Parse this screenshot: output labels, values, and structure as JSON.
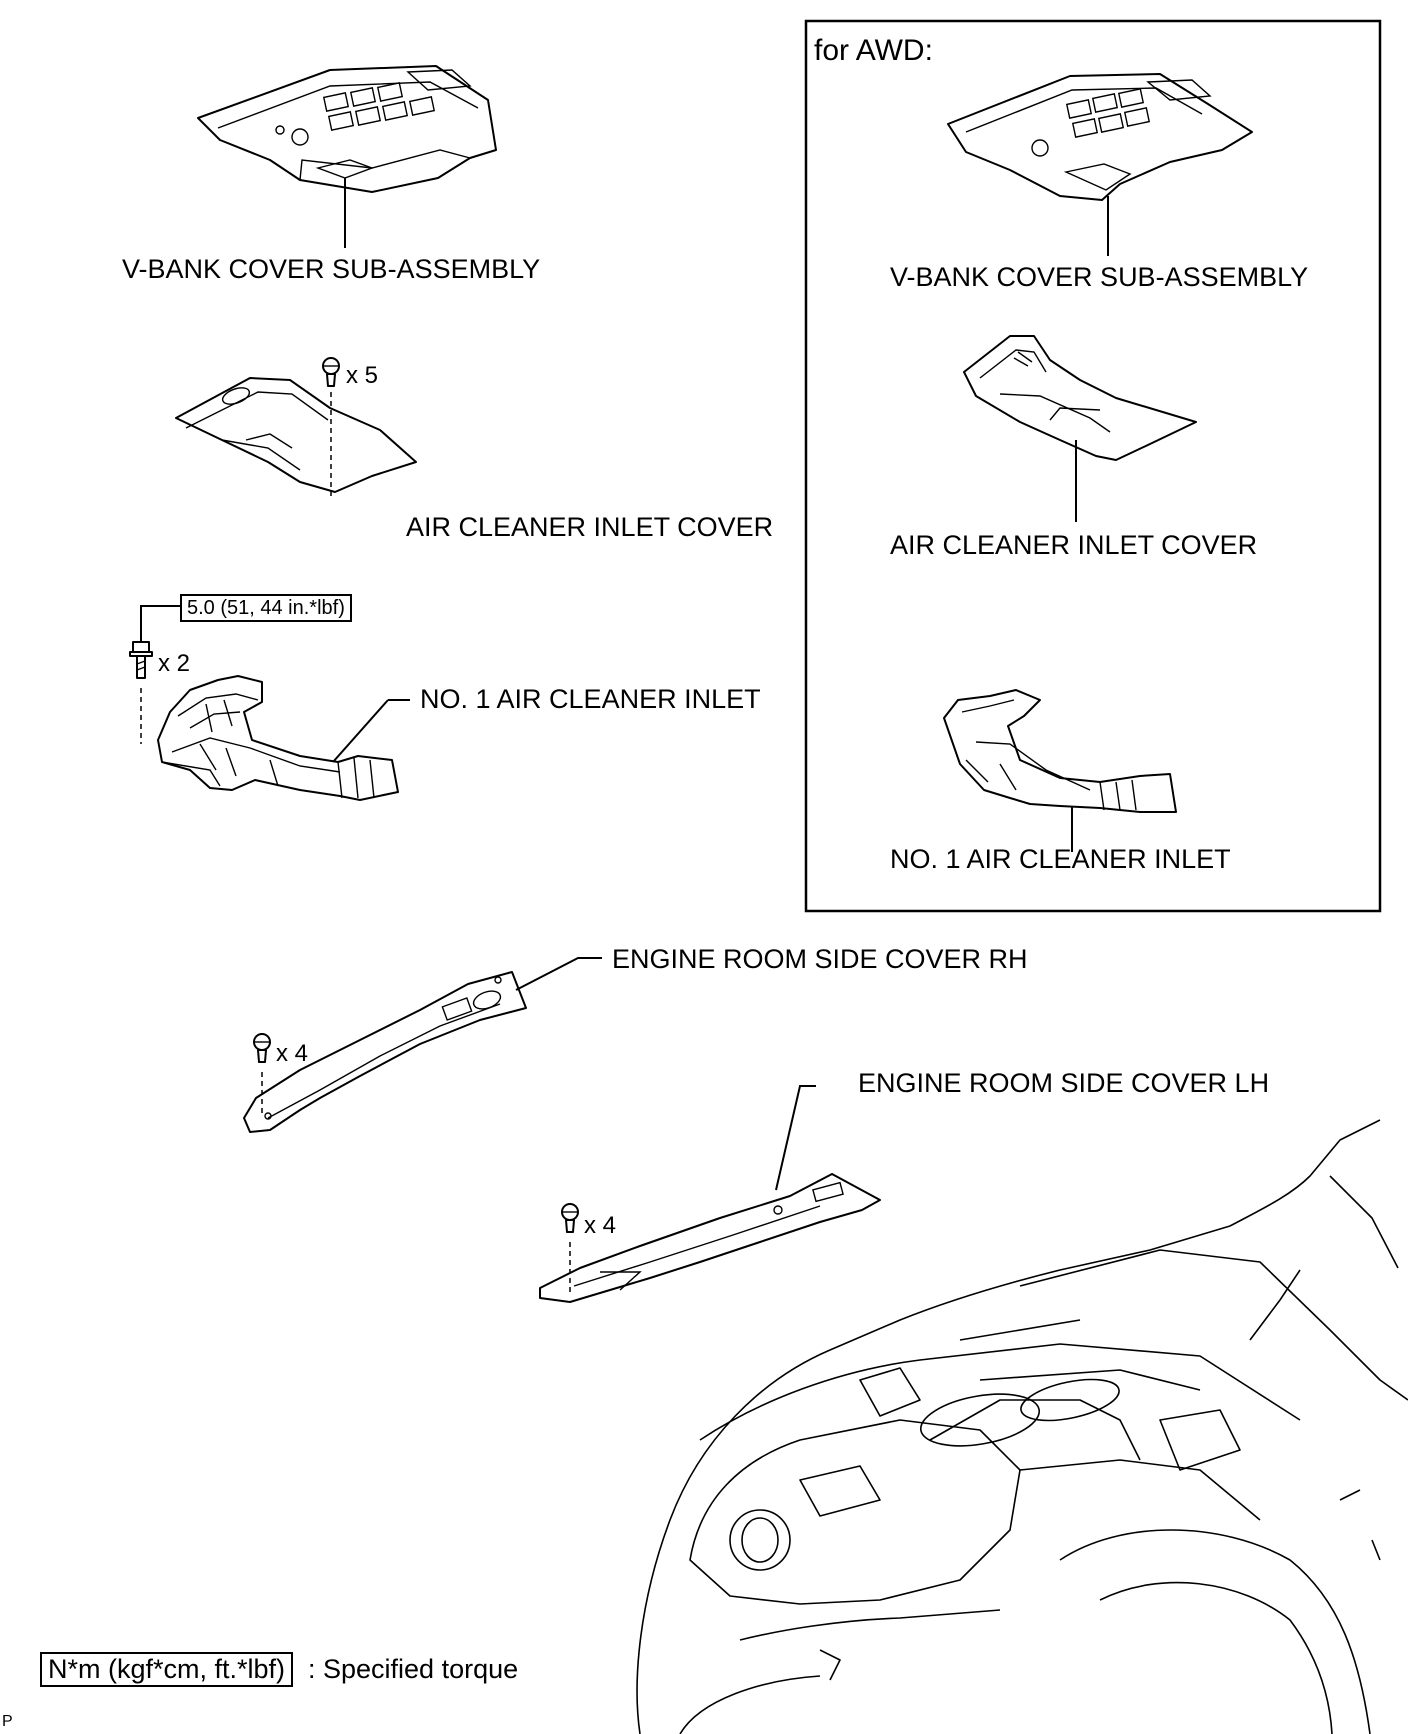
{
  "awd_box": {
    "title": "for AWD:"
  },
  "labels": {
    "vbank_cover": "V-BANK COVER SUB-ASSEMBLY",
    "air_cleaner_inlet_cover": "AIR CLEANER INLET COVER",
    "no1_air_cleaner_inlet": "NO. 1 AIR CLEANER INLET",
    "awd_vbank_cover": "V-BANK COVER SUB-ASSEMBLY",
    "awd_air_cleaner_inlet_cover": "AIR CLEANER INLET COVER",
    "awd_no1_air_cleaner_inlet": "NO. 1 AIR CLEANER INLET",
    "engine_room_side_cover_rh": "ENGINE ROOM SIDE COVER RH",
    "engine_room_side_cover_lh": "ENGINE ROOM SIDE COVER LH"
  },
  "fasteners": {
    "clip_inlet_cover": "x 5",
    "bolt_inlet": "x 2",
    "clip_rh": "x 4",
    "clip_lh": "x 4"
  },
  "torque": {
    "no1_inlet": "5.0 (51, 44 in.*lbf)"
  },
  "legend": {
    "unit": "N*m (kgf*cm, ft.*lbf)",
    "text": ": Specified torque"
  },
  "corner_mark": "P",
  "icons": [
    "clip-icon",
    "bolt-icon"
  ]
}
